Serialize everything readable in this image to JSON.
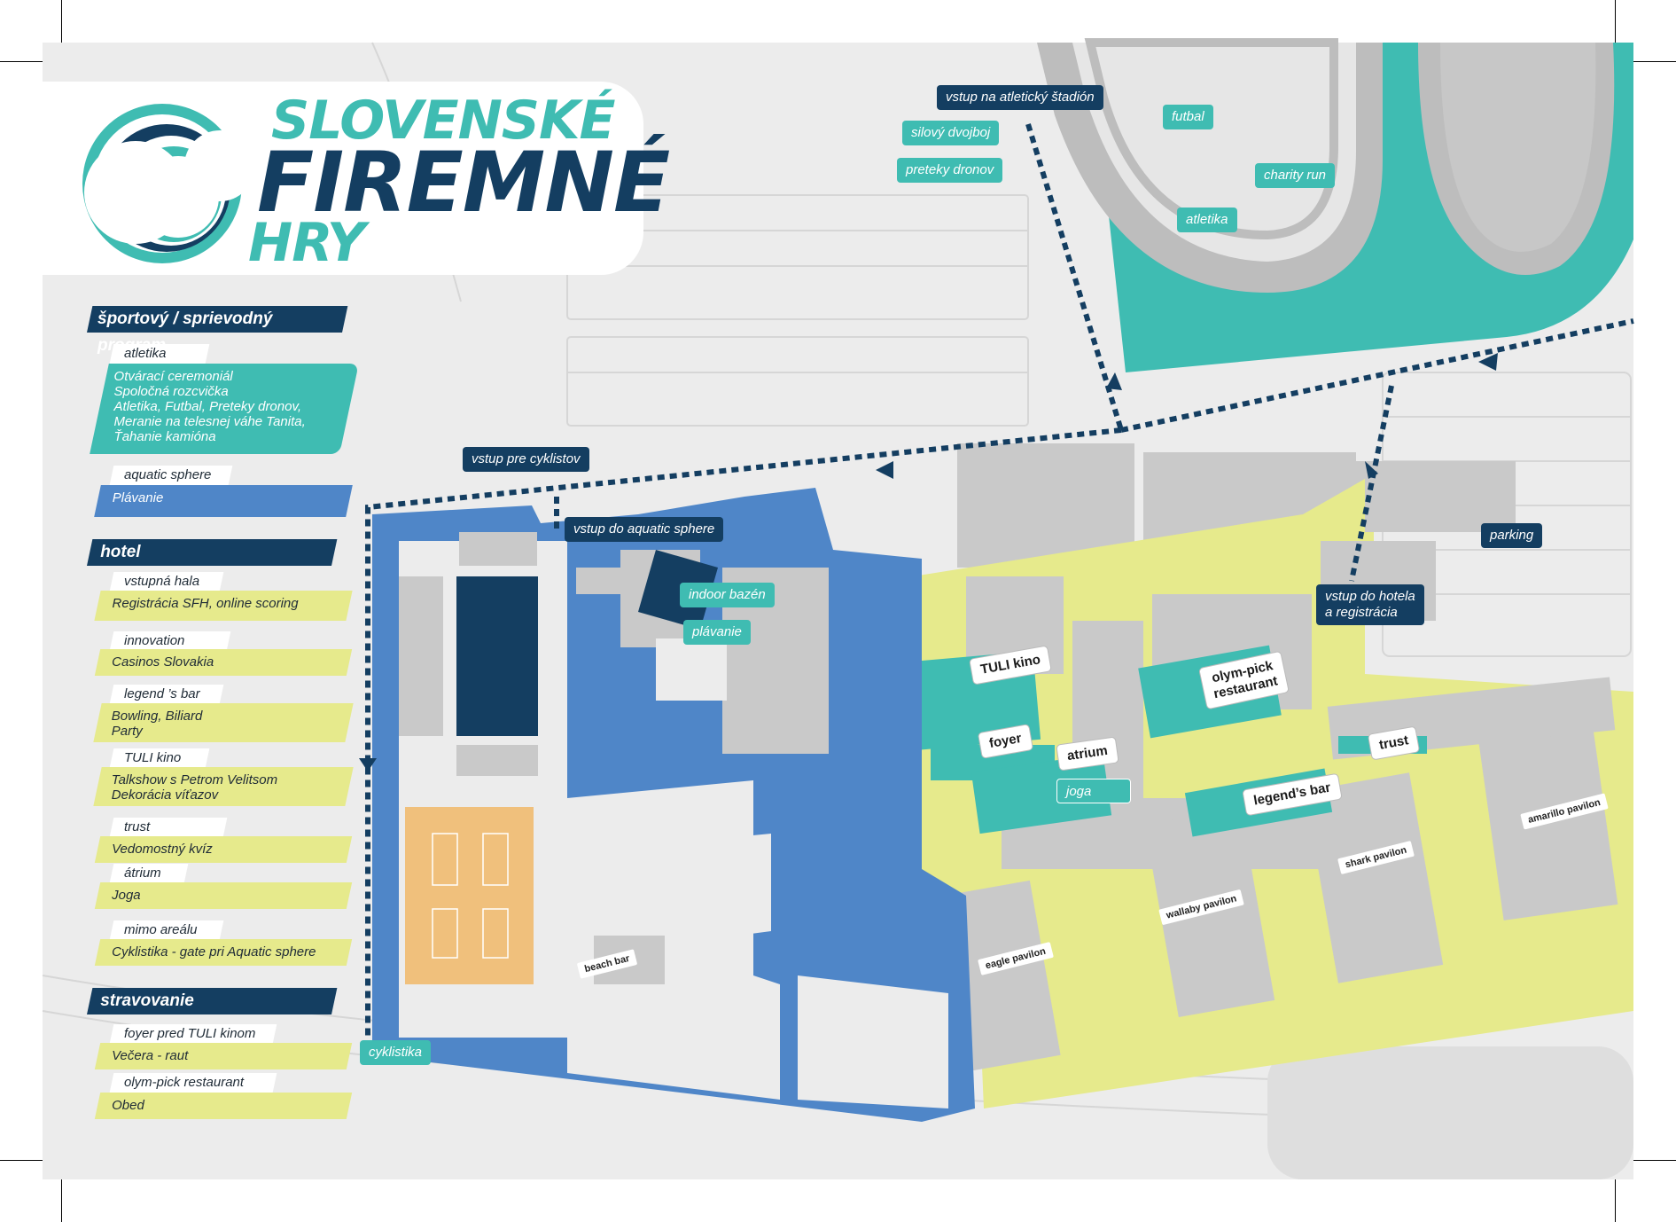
{
  "brand": {
    "line1": "SLOVENSKÉ",
    "line2": "FIREMNÉ",
    "line3": "HRY"
  },
  "legend": {
    "sports": {
      "title": "športový / sprievodný program",
      "groups": [
        {
          "venue": "atletika",
          "items": "Otvárací ceremoniál\nSpoločná rozcvička\nAtletika, Futbal, Preteky dronov,\nMeranie na telesnej váhe Tanita,\nŤahanie kamióna"
        },
        {
          "venue": "aquatic sphere",
          "items": "Plávanie"
        }
      ]
    },
    "hotel": {
      "title": "hotel",
      "groups": [
        {
          "venue": "vstupná hala",
          "items": "Registrácia SFH, online scoring"
        },
        {
          "venue": "innovation",
          "items": "Casinos Slovakia"
        },
        {
          "venue": "legend ’s bar",
          "items": "Bowling, Biliard\nParty"
        },
        {
          "venue": "TULI kino",
          "items": "Talkshow s Petrom Velitsom\nDekorácia víťazov"
        },
        {
          "venue": "trust",
          "items": "Vedomostný kvíz"
        },
        {
          "venue": "átrium",
          "items": "Joga"
        },
        {
          "venue": "mimo areálu",
          "items": "Cyklistika - gate pri Aquatic sphere"
        }
      ]
    },
    "food": {
      "title": "stravovanie",
      "groups": [
        {
          "venue": "foyer pred TULI kinom",
          "items": "Večera - raut"
        },
        {
          "venue": "olym-pick restaurant",
          "items": "Obed"
        }
      ]
    }
  },
  "map_labels": {
    "stadium_entrance": "vstup na atletický štadión",
    "silovy": "silový dvojboj",
    "drony": "preteky dronov",
    "futbal": "futbal",
    "charity": "charity run",
    "atletika": "atletika",
    "cyklisti": "vstup pre cyklistov",
    "aquatic_entrance": "vstup do aquatic sphere",
    "indoor": "indoor bazén",
    "plavanie": "plávanie",
    "parking": "parking",
    "hotel_entrance": "vstup do hotela\na registrácia",
    "tuli": "TULI kino",
    "olympick": "olym-pick\nrestaurant",
    "foyer": "foyer",
    "atrium": "atrium",
    "joga": "joga",
    "trust": "trust",
    "legends": "legend’s bar",
    "amarillo": "amarillo pavilon",
    "shark": "shark pavilon",
    "wallaby": "wallaby pavilon",
    "eagle": "eagle pavilon",
    "beach": "beach bar",
    "cyklistika": "cyklistika"
  },
  "colors": {
    "background": "#ececec",
    "building": "#c9c9c9",
    "teal": "#3fbcb2",
    "navy": "#143e61",
    "aquatic": "#4f86c8",
    "hotel_area": "#e6ea8c",
    "court": "#f0c07c"
  }
}
